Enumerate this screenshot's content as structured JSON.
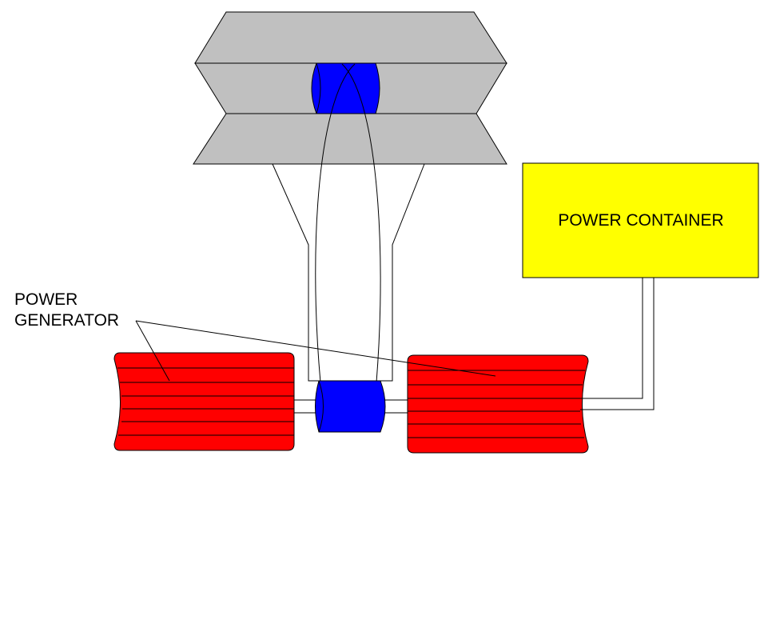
{
  "container_label": "POWER CONTAINER",
  "generator_label_line1": "POWER",
  "generator_label_line2": "GENERATOR",
  "colors": {
    "turbine_housing": "#c0c0c0",
    "rotor": "#0000ff",
    "generator": "#ff0000",
    "container": "#ffff00",
    "stroke": "#000000",
    "background": "#ffffff"
  }
}
